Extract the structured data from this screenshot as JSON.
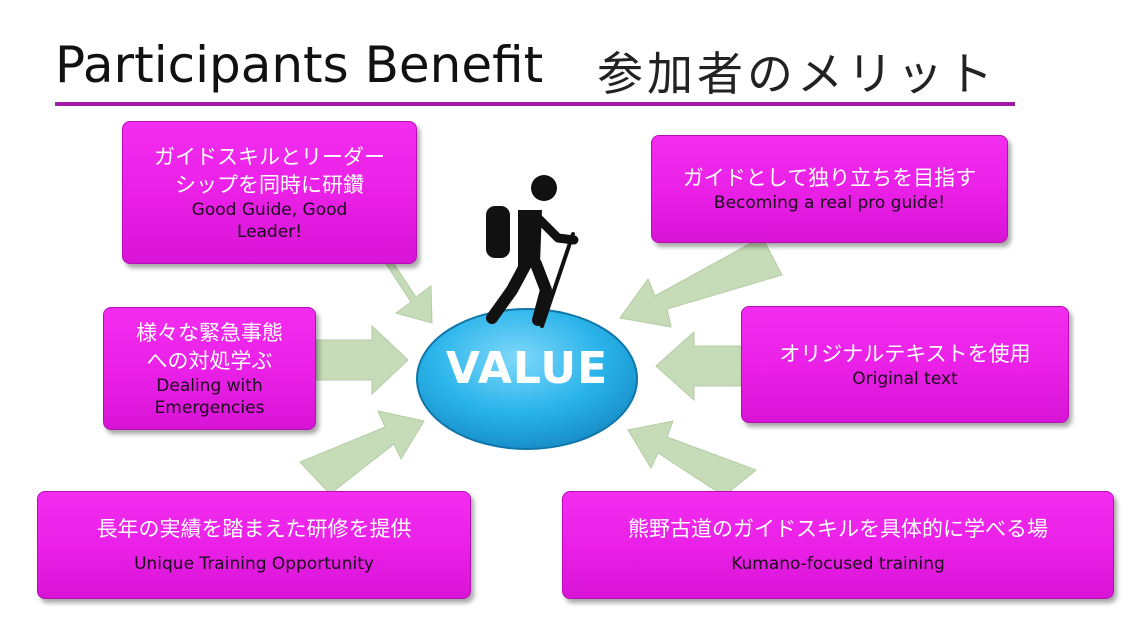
{
  "title": {
    "english": "Participants Benefit",
    "japanese": "参加者のメリット"
  },
  "center": {
    "label": "VALUE"
  },
  "benefits": [
    {
      "ja_line1": "ガイドスキルとリーダー",
      "ja_line2": "シップを同時に研鑽",
      "en_line1": "Good Guide, Good",
      "en_line2": "Leader!"
    },
    {
      "ja_line1": "ガイドとして独り立ちを目指す",
      "en_line1": "Becoming a real pro guide!"
    },
    {
      "ja_line1": "様々な緊急事態",
      "ja_line2": "への対処学ぶ",
      "en_line1": "Dealing with",
      "en_line2": "Emergencies"
    },
    {
      "ja_line1": "オリジナルテキストを使用",
      "en_line1": "Original text"
    },
    {
      "ja_line1": "長年の実績を踏まえた研修を提供",
      "en_line1": "Unique Training Opportunity"
    },
    {
      "ja_line1": "熊野古道のガイドスキルを具体的に学べる場",
      "en_line1": "Kumano-focused training"
    }
  ],
  "colors": {
    "box_fill": "#e91fe6",
    "title_rule": "#a21aa6",
    "arrow": "#c6dcb8",
    "oval": "#2ab4ea"
  },
  "icons": {
    "center_figure": "hiker-icon"
  }
}
